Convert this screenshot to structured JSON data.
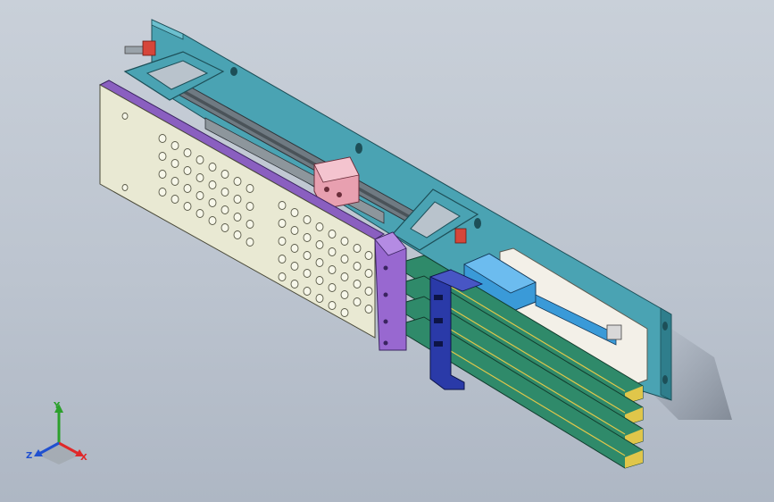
{
  "viewport": {
    "background_top": "#c9d0d9",
    "background_bottom": "#aeb7c4"
  },
  "model": {
    "colors": {
      "base_plate": "#4aa3b3",
      "side_panel": "#e9e9d3",
      "panel_edge": "#8a5fc0",
      "end_block": "#9868d0",
      "rail": "#6f7a82",
      "pink_block": "#e8a0b0",
      "pcb": "#2f8a6a",
      "pcb_edge": "#e0c64a",
      "clamp": "#2a3aa8",
      "cylinder": "#3a9ad8",
      "white_plate": "#f3f0e8"
    },
    "components": [
      {
        "name": "base-plate",
        "interactable": false
      },
      {
        "name": "perforated-side-panel",
        "interactable": false
      },
      {
        "name": "linear-rail",
        "interactable": false
      },
      {
        "name": "slider-block",
        "interactable": false
      },
      {
        "name": "triangle-bracket-rear",
        "interactable": false
      },
      {
        "name": "triangle-bracket-front",
        "interactable": false
      },
      {
        "name": "end-block",
        "interactable": false
      },
      {
        "name": "pcb-stack",
        "interactable": false
      },
      {
        "name": "blue-clamp",
        "interactable": false
      },
      {
        "name": "air-cylinder",
        "interactable": false
      },
      {
        "name": "white-mount-plate",
        "interactable": false
      }
    ]
  },
  "triad": {
    "x_label": "X",
    "y_label": "Y",
    "z_label": "Z",
    "x_color": "#e0282a",
    "y_color": "#2ca02c",
    "z_color": "#2050d0"
  }
}
